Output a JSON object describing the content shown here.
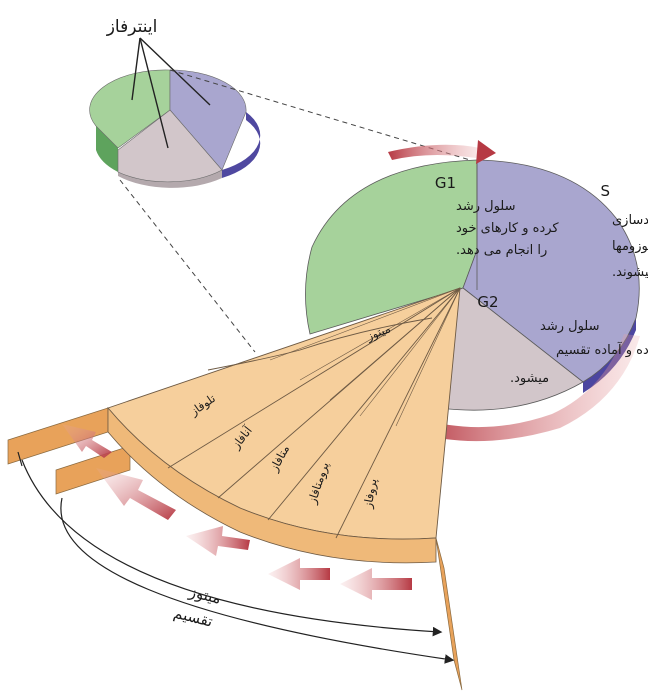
{
  "small_pie": {
    "label": "اینترفاز"
  },
  "phases": {
    "g1": {
      "title": "G1",
      "lines": [
        "سلول رشد",
        "کرده و کارهای خود",
        "را انجام می دهد."
      ]
    },
    "s": {
      "title": "S",
      "lines": [
        "DNAهمانندسازی",
        "کرده وکروموزومها",
        "مضاعف میشوند."
      ]
    },
    "g2": {
      "title": "G2",
      "lines": [
        "سلول رشد",
        "کرده و آماده تقسیم",
        "میشود."
      ]
    },
    "mitosis": {
      "label": "میتوز",
      "stages": [
        "تلوفاز",
        "آنافاز",
        "متافاز",
        "پرومتافاز",
        "پروفاز"
      ]
    }
  },
  "bottom_labels": {
    "mitosis": "میتوز",
    "division": "تقسیم"
  },
  "colors": {
    "g1": "#a6d29b",
    "s": "#a9a6cf",
    "g2": "#d2c6ca",
    "mitosis": "#f6cf9c",
    "arrow": "#c0424a"
  }
}
